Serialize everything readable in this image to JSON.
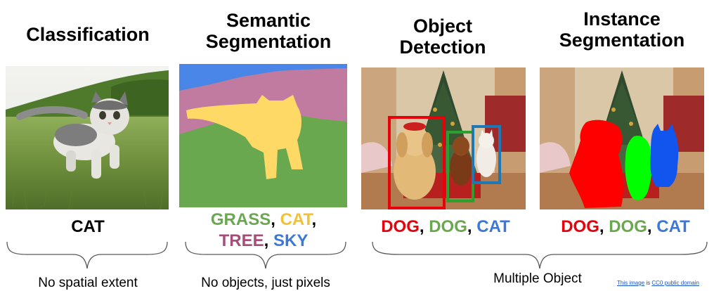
{
  "columns": [
    {
      "title_lines": [
        "Classification"
      ],
      "label_parts": [
        {
          "text": "CAT",
          "color": "#000000"
        }
      ],
      "caption": "No spatial extent"
    },
    {
      "title_lines": [
        "Semantic",
        "Segmentation"
      ],
      "label_line1": [
        {
          "text": "GRASS",
          "color": "#6aa84f"
        },
        {
          "text": ", ",
          "color": "#000000"
        },
        {
          "text": "CAT",
          "color": "#f1c232"
        },
        {
          "text": ",",
          "color": "#000000"
        }
      ],
      "label_line2": [
        {
          "text": "TREE",
          "color": "#a64d79"
        },
        {
          "text": ", ",
          "color": "#000000"
        },
        {
          "text": "SKY",
          "color": "#3c78d8"
        }
      ],
      "caption": "No objects, just pixels"
    },
    {
      "title_lines": [
        "Object",
        "Detection"
      ],
      "label_parts": [
        {
          "text": "DOG",
          "color": "#e8000b"
        },
        {
          "text": ", ",
          "color": "#000000"
        },
        {
          "text": "DOG",
          "color": "#6aa84f"
        },
        {
          "text": ", ",
          "color": "#000000"
        },
        {
          "text": "CAT",
          "color": "#3c78d8"
        }
      ]
    },
    {
      "title_lines": [
        "Instance",
        "Segmentation"
      ],
      "label_parts": [
        {
          "text": "DOG",
          "color": "#e8000b"
        },
        {
          "text": ", ",
          "color": "#000000"
        },
        {
          "text": "DOG",
          "color": "#6aa84f"
        },
        {
          "text": ", ",
          "color": "#000000"
        },
        {
          "text": "CAT",
          "color": "#3c78d8"
        }
      ]
    }
  ],
  "shared_caption": "Multiple Object",
  "credit": {
    "link1": "This image",
    "middle": " is ",
    "link2": "CC0 public domain"
  },
  "segment_colors": {
    "grass": "#6aa84f",
    "cat": "#ffd966",
    "tree": "#c27ba0",
    "sky": "#4a86e8"
  },
  "instance_colors": {
    "dog1": "#ff0000",
    "dog2": "#00ff00",
    "cat": "#1155ee"
  },
  "box_colors": {
    "dog1": "#e8000b",
    "dog2": "#2ca02c",
    "cat": "#1f77b4"
  }
}
